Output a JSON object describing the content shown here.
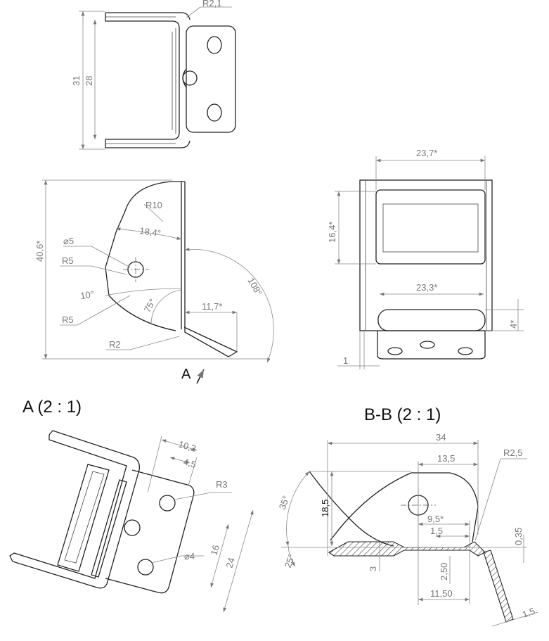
{
  "views": {
    "detail_a_title": "A  (2 : 1)",
    "section_bb_title": "B-B  (2 : 1)",
    "view_arrow_label": "A"
  },
  "dims": {
    "top_r2_1": "R2,1",
    "top_31": "31",
    "top_28": "28",
    "side_40_6": "40,6*",
    "side_r10": "R10",
    "side_18_4": "18,4°",
    "side_d5": "⌀5",
    "side_r5_a": "R5",
    "side_10deg": "10°",
    "side_r5_b": "R5",
    "side_75deg": "75°",
    "side_11_7": "11,7*",
    "side_r2": "R2",
    "side_108deg": "108°",
    "right_23_7": "23,7*",
    "right_16_4": "16,4*",
    "right_23_3": "23,3*",
    "right_4": "4*",
    "right_1": "1",
    "a_10_2": "10,2",
    "a_4_5": "4,5",
    "a_r3": "R3",
    "a_d4": "⌀4",
    "a_16": "16",
    "a_24": "24",
    "bb_34": "34",
    "bb_13_5": "13,5",
    "bb_r2_5": "R2,5",
    "bb_35deg": "35°",
    "bb_18_5": "18,5",
    "bb_9_5": "9,5*",
    "bb_1_5a": "1,5",
    "bb_0_35": "0,35",
    "bb_25deg": "25°",
    "bb_3": "3",
    "bb_2_50": "2,50",
    "bb_11_50": "11,50",
    "bb_1_5b": "1,5"
  }
}
